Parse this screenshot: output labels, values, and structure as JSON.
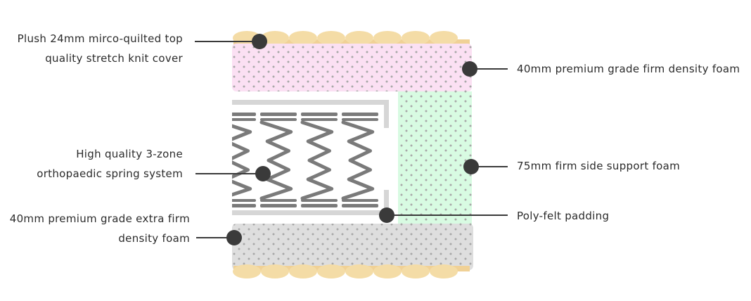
{
  "labels": {
    "cover": {
      "lines": [
        "Plush 24mm mirco-quilted top",
        "quality stretch knit cover"
      ]
    },
    "top_foam": {
      "lines": [
        "40mm premium grade firm density foam"
      ]
    },
    "springs": {
      "lines": [
        "High quality 3-zone",
        "orthopaedic spring system"
      ]
    },
    "side_foam": {
      "lines": [
        "75mm firm side support foam"
      ]
    },
    "base_foam": {
      "lines": [
        "40mm premium grade extra firm",
        "density foam"
      ]
    },
    "padding": {
      "lines": [
        "Poly-felt padding"
      ]
    }
  },
  "colors": {
    "quilt": "#f4dca6",
    "quilt_strip": "#f0d196",
    "top_foam": "#fbe0f3",
    "side_foam": "#d8fbe2",
    "base_foam": "#dedede",
    "felt": "#d6d6d6",
    "spring": "#7a7a7a",
    "dot": "#a8a8a8",
    "leader": "#3a3a3a"
  }
}
